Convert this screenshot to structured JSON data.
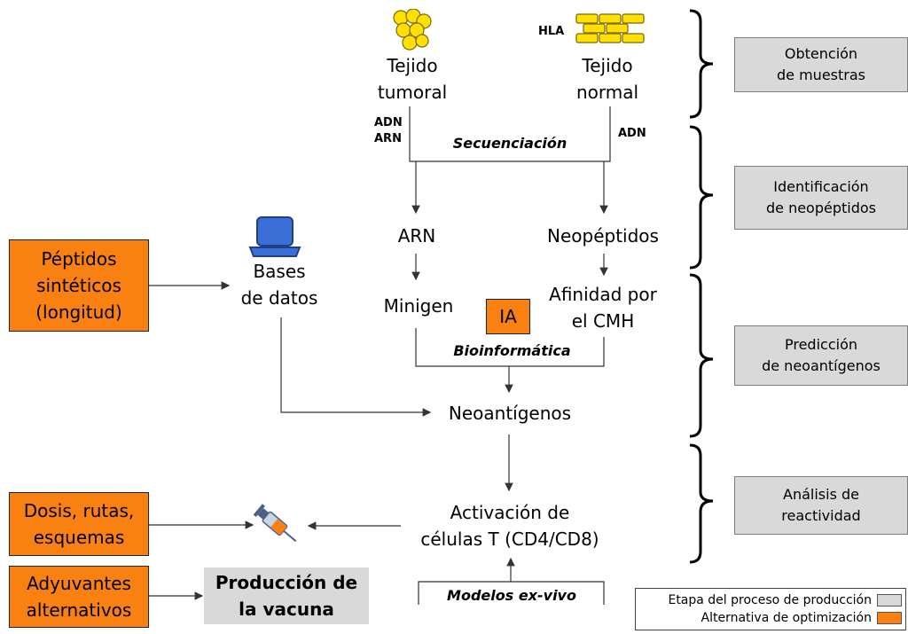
{
  "top": {
    "tumor_label": [
      "Tejido",
      "tumoral"
    ],
    "normal_label": [
      "Tejido",
      "normal"
    ],
    "hla_label": "HLA",
    "adn_arn_left": [
      "ADN",
      "ARN"
    ],
    "adn_right": "ADN",
    "sequencing": "Secuenciación"
  },
  "middle": {
    "arn": "ARN",
    "neopeptidos": "Neopéptidos",
    "minigen": "Minigen",
    "afinidad": [
      "Afinidad por",
      "el CMH"
    ],
    "ia": "IA",
    "bioinformatica": "Bioinformática",
    "neoantigenos": "Neoantígenos",
    "bases": [
      "Bases",
      "de datos"
    ]
  },
  "bottom": {
    "activacion": [
      "Activación de",
      "células T (CD4/CD8)"
    ],
    "modelos": "Modelos ex-vivo",
    "produccion": [
      "Producción de",
      "la vacuna"
    ]
  },
  "stages": [
    [
      "Obtención",
      "de muestras"
    ],
    [
      "Identificación",
      "de neopéptidos"
    ],
    [
      "Predicción",
      "de neoantígenos"
    ],
    [
      "Análisis de",
      "reactividad"
    ]
  ],
  "options": {
    "peptidos": [
      "Péptidos",
      "sintéticos",
      "(longitud)"
    ],
    "dosis": [
      "Dosis, rutas,",
      "esquemas"
    ],
    "adyuvantes": [
      "Adyuvantes",
      "alternativos"
    ]
  },
  "legend": {
    "stage_label": "Etapa del proceso de producción",
    "option_label": "Alternativa de optimización",
    "stage_color": "#d9d9d9",
    "option_color": "#f88112"
  },
  "icons": [
    "tumor-cells-icon",
    "normal-cells-icon",
    "laptop-icon",
    "syringe-icon"
  ]
}
